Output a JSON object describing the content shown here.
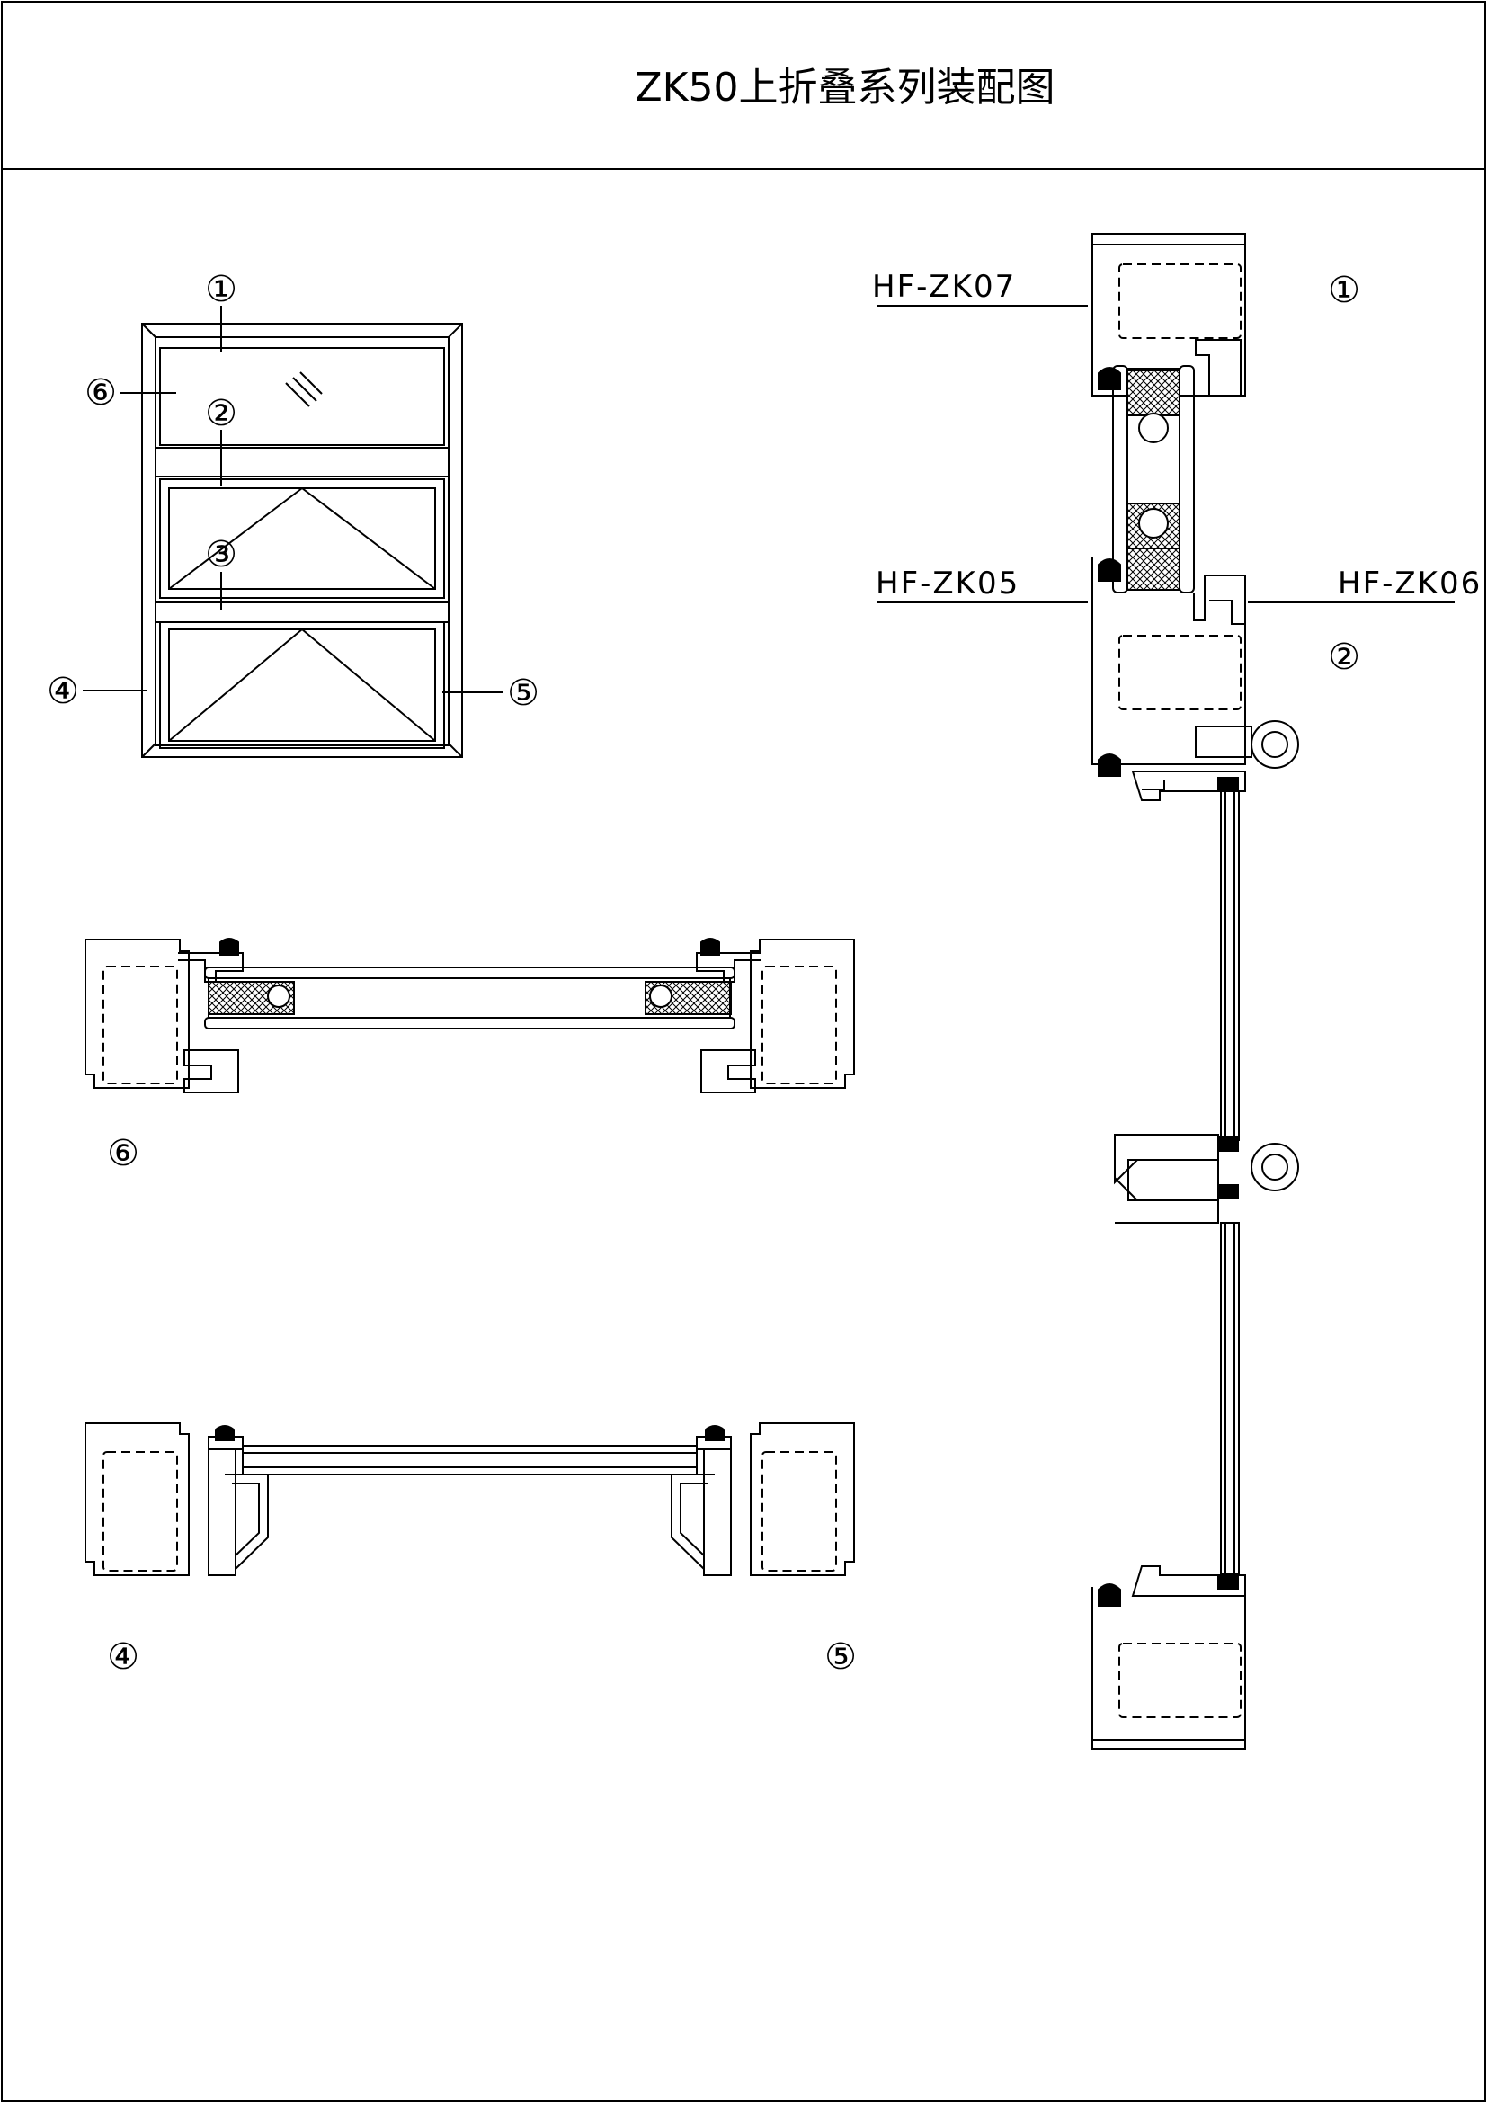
{
  "title": "ZK50上折叠系列装配图",
  "elevation_markers": [
    "①",
    "②",
    "③",
    "④",
    "⑤",
    "⑥"
  ],
  "section_6_marker": "⑥",
  "section_4_marker": "④",
  "section_5_marker": "⑤",
  "vertical_section": {
    "markers": [
      "①",
      "②"
    ],
    "labels": {
      "zk07": "HF-ZK07",
      "zk05": "HF-ZK05",
      "zk06": "HF-ZK06"
    }
  },
  "colors": {
    "line": "#000000",
    "fill": "#cccccc"
  }
}
